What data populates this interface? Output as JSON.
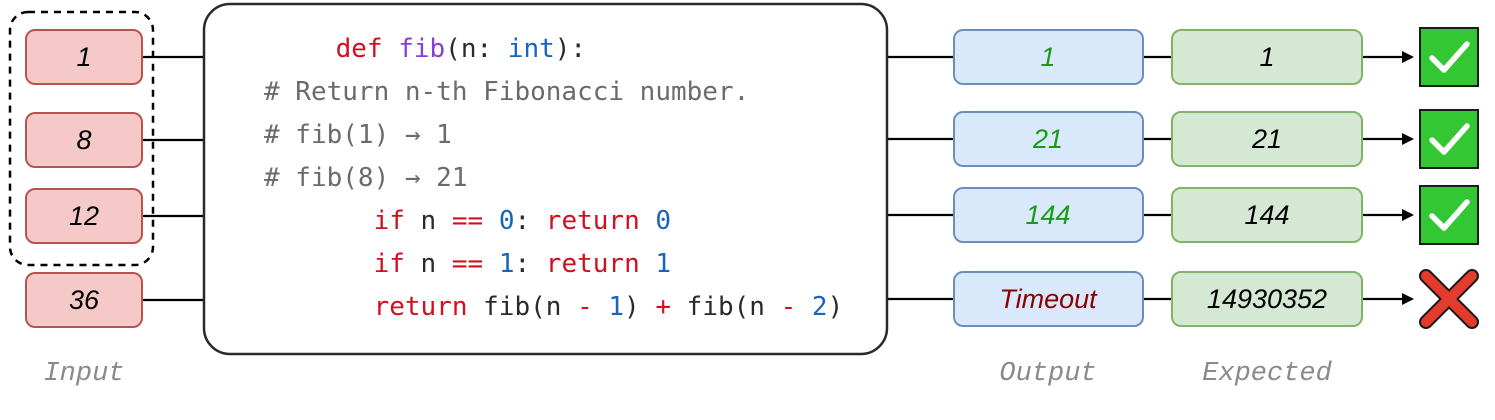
{
  "colors": {
    "input_fill": "#f6c9c9",
    "input_stroke": "#b85450",
    "output_fill": "#dae8fc",
    "output_stroke": "#6c8ebf",
    "expected_fill": "#d5e8d4",
    "expected_stroke": "#82b366",
    "pass_text": "#1a9a1a",
    "fail_text": "#8b0000",
    "check_bg": "#33c733",
    "cross": "#e53b2c"
  },
  "inputs": [
    "1",
    "8",
    "12",
    "36"
  ],
  "code": {
    "line1": {
      "kw": "def",
      "fn": "fib",
      "open": "(n: ",
      "type": "int",
      "close": "):"
    },
    "comment1": "# Return n-th Fibonacci number.",
    "comment2": "# fib(1) → 1",
    "comment3": "# fib(8) → 21",
    "line5": {
      "kw1": "if",
      "a": " n ",
      "op": "==",
      "num1": " 0",
      "colon": ": ",
      "kw2": "return",
      "num2": " 0"
    },
    "line6": {
      "kw1": "if",
      "a": " n ",
      "op": "==",
      "num1": " 1",
      "colon": ": ",
      "kw2": "return",
      "num2": " 1"
    },
    "line7": {
      "kw": "return",
      "a": " fib(n ",
      "minus1": "-",
      "n1": " 1",
      "b": ") ",
      "plus": "+",
      "c": " fib(n ",
      "minus2": "-",
      "n2": " 2",
      "d": ")"
    }
  },
  "outputs": [
    {
      "text": "1",
      "status": "pass"
    },
    {
      "text": "21",
      "status": "pass"
    },
    {
      "text": "144",
      "status": "pass"
    },
    {
      "text": "Timeout",
      "status": "fail"
    }
  ],
  "expected": [
    "1",
    "21",
    "144",
    "14930352"
  ],
  "captions": {
    "input": "Input",
    "output": "Output",
    "expected": "Expected"
  },
  "icons": {
    "pass": "check-icon",
    "fail": "cross-icon"
  }
}
